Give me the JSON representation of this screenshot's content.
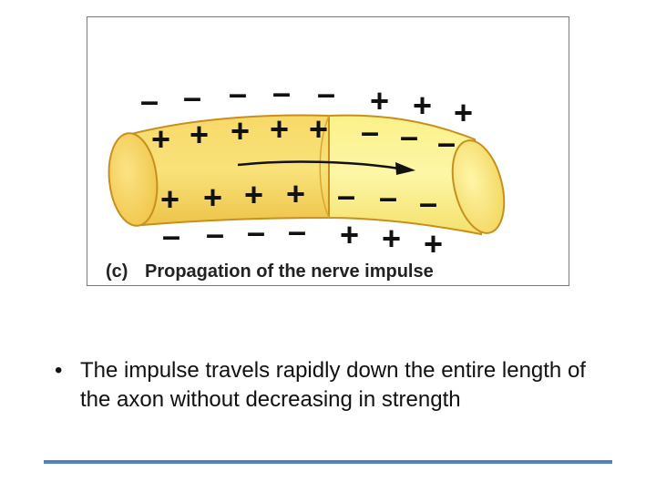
{
  "figure": {
    "caption_label": "(c)",
    "caption_text": "Propagation of the nerve impulse",
    "outer_top_charges": [
      "–",
      "–",
      "–",
      "–",
      "–",
      "+",
      "+",
      "+"
    ],
    "inner_top_charges": [
      "+",
      "+",
      "+",
      "+",
      "+",
      "–",
      "–",
      "–"
    ],
    "inner_bottom_charges": [
      "+",
      "+",
      "+",
      "+",
      "–",
      "–",
      "–"
    ],
    "outer_bottom_charges": [
      "–",
      "–",
      "–",
      "–",
      "+",
      "+",
      "+"
    ],
    "colors": {
      "axon_body": "#f7e96a",
      "axon_shadow": "#f2c94c",
      "axon_outline": "#d49a1a",
      "arrow": "#111111"
    }
  },
  "bullet": {
    "marker": "•",
    "text": "The impulse travels rapidly down the entire length of the axon without decreasing in strength"
  },
  "colors": {
    "rule": "#4f81bd"
  }
}
